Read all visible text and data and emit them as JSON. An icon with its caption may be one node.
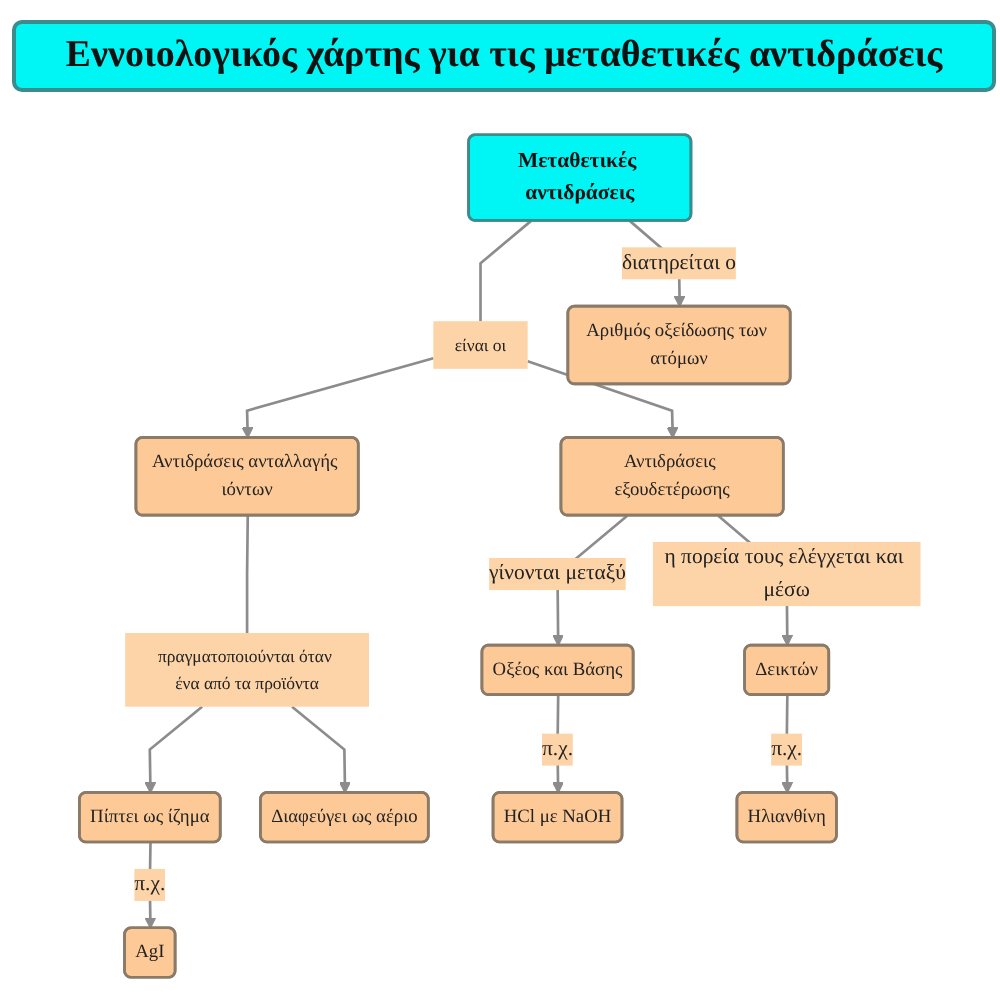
{
  "diagram": {
    "title": "Εννοιολογικός χάρτης για τις μεταθετικές αντιδράσεις",
    "nodes": [
      {
        "text": [
          "AgI"
        ]
      },
      {
        "text": [
          "Αντιδράσεις ανταλλαγής ιόντων"
        ]
      },
      {
        "text": [
          "είναι οι"
        ]
      },
      {
        "text": [
          "Αντιδράσεις εξουδετέρωσης"
        ]
      },
      {
        "text": [
          "Μεταθετικές αντιδράσεις"
        ]
      },
      {
        "text": [
          "πραγματοποιούνται όταν ένα από τα προϊόντα"
        ]
      },
      {
        "text": [
          "Οξέος και Βάσης"
        ]
      },
      {
        "text": [
          "Δεικτών"
        ]
      },
      {
        "text": [
          "Πίπτει ως ίζημα"
        ]
      },
      {
        "text": [
          "Διαφεύγει ως αέριο"
        ]
      },
      {
        "text": [
          "Αριθμός οξείδωσης των ατόμων"
        ]
      },
      {
        "text": [
          "HCl με NaOH"
        ]
      },
      {
        "text": [
          "Ηλιανθίνη"
        ]
      }
    ],
    "edges": [
      {
        "from": 4,
        "to": 2,
        "arrow": "none"
      },
      {
        "from": 2,
        "to": 1,
        "arrow": "to"
      },
      {
        "from": 2,
        "to": 3,
        "arrow": "to"
      },
      {
        "from": 1,
        "to": 5,
        "arrow": "none"
      },
      {
        "from": 5,
        "to": 8,
        "arrow": "to"
      },
      {
        "from": 5,
        "to": 9,
        "arrow": "to"
      },
      {
        "from": 8,
        "to": 0,
        "arrow": "to",
        "label": "π.χ."
      },
      {
        "from": 4,
        "to": 10,
        "arrow": "to",
        "label": "διατηρείται ο"
      },
      {
        "from": 3,
        "to": 6,
        "arrow": "to",
        "label": "γίνονται μεταξύ"
      },
      {
        "from": 3,
        "to": 7,
        "arrow": "to",
        "label": "η πορεία τους ελέγχεται και μέσω"
      },
      {
        "from": 6,
        "to": 11,
        "arrow": "to",
        "label": "π.χ."
      },
      {
        "from": 7,
        "to": 12,
        "arrow": "to",
        "label": "π.χ."
      }
    ]
  }
}
